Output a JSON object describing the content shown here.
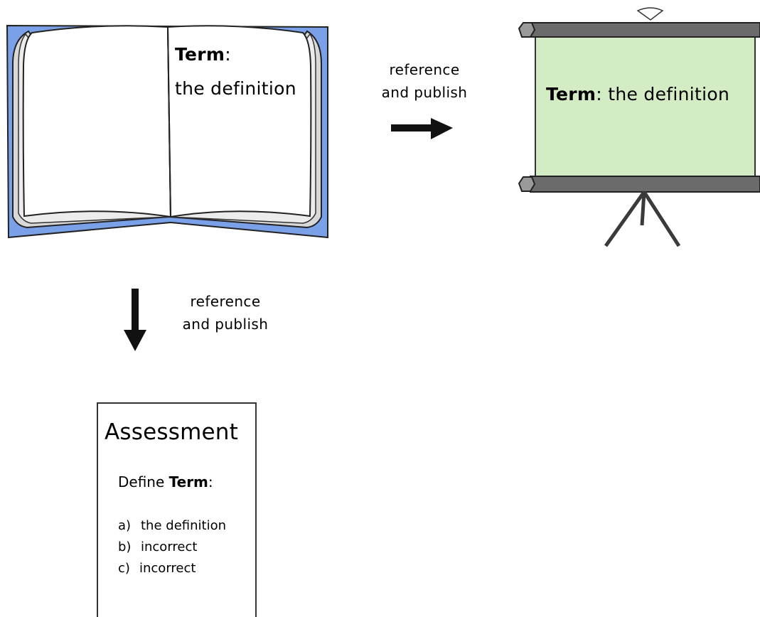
{
  "book": {
    "term": "Term",
    "colon": ":",
    "definition": "the definition"
  },
  "arrows": {
    "right": {
      "line1": "reference",
      "line2": "and publish"
    },
    "down": {
      "line1": "reference",
      "line2": "and publish"
    }
  },
  "projector": {
    "term": "Term",
    "rest": ": the definition"
  },
  "assessment": {
    "title": "Assessment",
    "question_prefix": "Define ",
    "question_term": "Term",
    "question_suffix": ":",
    "options": [
      {
        "letter": "a)",
        "text": "the definition"
      },
      {
        "letter": "b)",
        "text": "incorrect"
      },
      {
        "letter": "c)",
        "text": "incorrect"
      }
    ]
  },
  "colors": {
    "book_cover": "#7aa0e8",
    "screen": "#d4ecc4",
    "roller": "#6b6b6b",
    "arrow": "#111111"
  }
}
